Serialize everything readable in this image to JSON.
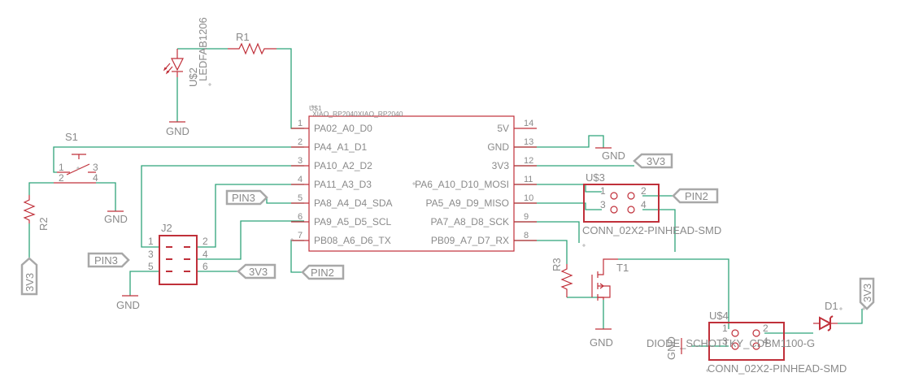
{
  "mcu": {
    "ref": "U$1",
    "value": "XIAO_RP2040XIAO_RP2040",
    "left_pins": [
      {
        "num": "1",
        "name": "PA02_A0_D0"
      },
      {
        "num": "2",
        "name": "PA4_A1_D1"
      },
      {
        "num": "3",
        "name": "PA10_A2_D2"
      },
      {
        "num": "4",
        "name": "PA11_A3_D3"
      },
      {
        "num": "5",
        "name": "PA8_A4_D4_SDA"
      },
      {
        "num": "6",
        "name": "PA9_A5_D5_SCL"
      },
      {
        "num": "7",
        "name": "PB08_A6_D6_TX"
      }
    ],
    "right_pins": [
      {
        "num": "14",
        "name": "5V"
      },
      {
        "num": "13",
        "name": "GND"
      },
      {
        "num": "12",
        "name": "3V3"
      },
      {
        "num": "11",
        "name": "PA6_A10_D10_MOSI"
      },
      {
        "num": "10",
        "name": "PA5_A9_D9_MISO"
      },
      {
        "num": "9",
        "name": "PA7_A8_D8_SCK"
      },
      {
        "num": "8",
        "name": "PB09_A7_D7_RX"
      }
    ]
  },
  "led": {
    "ref": "U$2",
    "value": "LEDFAB1206"
  },
  "r1": {
    "ref": "R1"
  },
  "r2": {
    "ref": "R2"
  },
  "r3": {
    "ref": "R3"
  },
  "s1": {
    "ref": "S1",
    "pins": [
      "1",
      "2",
      "3",
      "4"
    ]
  },
  "j2": {
    "ref": "J2",
    "pins": [
      "1",
      "2",
      "3",
      "4",
      "5",
      "6"
    ]
  },
  "u3": {
    "ref": "U$3",
    "value": "CONN_02X2-PINHEAD-SMD",
    "pins": [
      "1",
      "2",
      "3",
      "4"
    ]
  },
  "u4": {
    "ref": "U$4",
    "value": "CONN_02X2-PINHEAD-SMD",
    "pins": [
      "1",
      "2",
      "3",
      "4"
    ]
  },
  "t1": {
    "ref": "T1"
  },
  "d1": {
    "ref": "D1",
    "value": "DIODE_SCHOTTKY_CDBM1100-G"
  },
  "gnd_label": "GND",
  "flags": {
    "v3_a": "3V3",
    "v3_b": "3V3",
    "v3_c": "3V3",
    "v3_d": "3V3",
    "pin2_a": "PIN2",
    "pin2_b": "PIN2",
    "pin3_a": "PIN3",
    "pin3_b": "PIN3"
  }
}
